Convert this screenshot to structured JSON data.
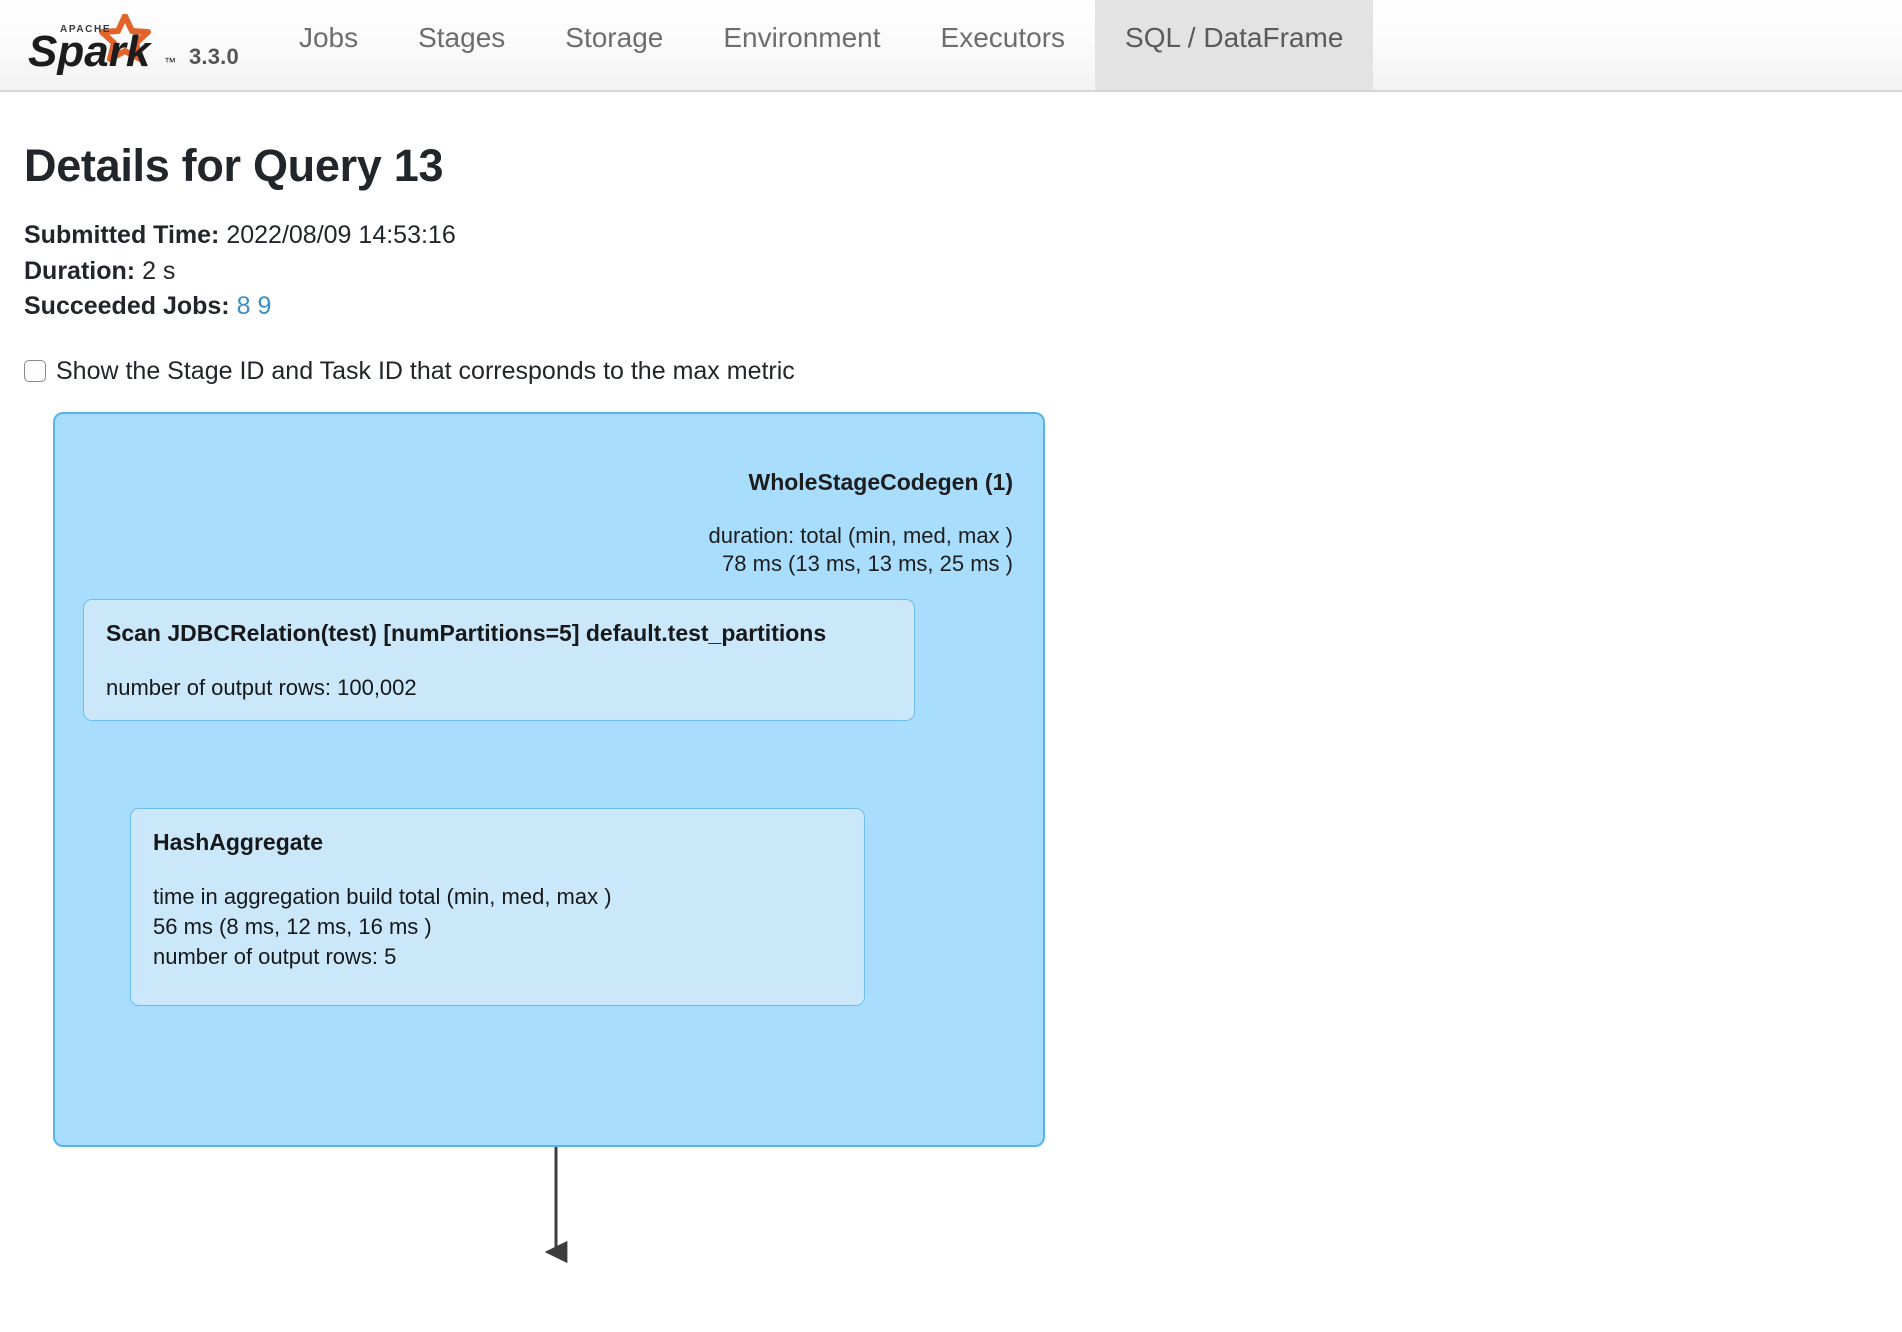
{
  "navbar": {
    "brand_name": "Apache Spark",
    "brand_wordmark": "Spark",
    "brand_supertext": "APACHE",
    "version": "3.3.0",
    "tabs": [
      {
        "label": "Jobs",
        "active": false
      },
      {
        "label": "Stages",
        "active": false
      },
      {
        "label": "Storage",
        "active": false
      },
      {
        "label": "Environment",
        "active": false
      },
      {
        "label": "Executors",
        "active": false
      },
      {
        "label": "SQL / DataFrame",
        "active": true
      }
    ],
    "active_tab": "SQL / DataFrame",
    "colors": {
      "active_tab_bg": "#e3e3e3",
      "text": "#6d6d6d",
      "logo_star": "#e2642a"
    }
  },
  "page": {
    "title": "Details for Query 13",
    "meta": {
      "submitted_time_label": "Submitted Time:",
      "submitted_time_value": "2022/08/09 14:53:16",
      "duration_label": "Duration:",
      "duration_value": "2 s",
      "succeeded_jobs_label": "Succeeded Jobs:",
      "succeeded_jobs": [
        "8",
        "9"
      ]
    },
    "show_stage_task_checkbox": {
      "label": "Show the Stage ID and Task ID that corresponds to the max metric",
      "checked": false
    }
  },
  "plan_graph": {
    "cluster": {
      "title": "WholeStageCodegen (1)",
      "metric_label": "duration: total (min, med, max )",
      "metric_value": "78 ms (13 ms, 13 ms, 25 ms )",
      "fill": "#a9ddfd",
      "border": "#58b4ef"
    },
    "nodes": [
      {
        "id": "scan",
        "title": "Scan JDBCRelation(test) [numPartitions=5] default.test_partitions",
        "metrics": [
          "number of output rows: 100,002"
        ],
        "fill": "#cbe8fb",
        "border": "#6fbdf0"
      },
      {
        "id": "hash",
        "title": "HashAggregate",
        "metrics": [
          "time in aggregation build total (min, med, max )",
          "56 ms (8 ms, 12 ms, 16 ms )",
          "number of output rows: 5"
        ],
        "fill": "#cbe8fb",
        "border": "#6fbdf0"
      }
    ],
    "edges": [
      {
        "from": "scan",
        "to": "hash"
      },
      {
        "from": "hash",
        "to": "below"
      }
    ],
    "edge_color": "#3d3d3d"
  }
}
